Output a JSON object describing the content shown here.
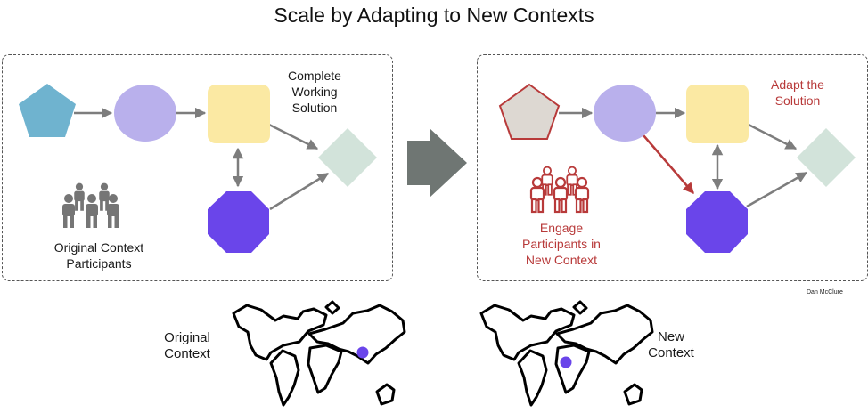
{
  "title": "Scale by Adapting to New Contexts",
  "left_panel": {
    "solution_label": [
      "Complete",
      "Working",
      "Solution"
    ],
    "participants_label": [
      "Original Context",
      "Participants"
    ]
  },
  "right_panel": {
    "adapt_label": [
      "Adapt the",
      "Solution"
    ],
    "engage_label": [
      "Engage",
      "Participants in",
      "New Context"
    ]
  },
  "credit": "Dan McClure",
  "maps": {
    "left_label": [
      "Original",
      "Context"
    ],
    "right_label": [
      "New",
      "Context"
    ]
  },
  "colors": {
    "pentagon_blue": "#6fb3cf",
    "pentagon_beige": "#ddd8d2",
    "circle_lavender": "#b9b0ec",
    "square_yellow": "#fbe9a3",
    "diamond_mint": "#d2e3da",
    "octagon_purple": "#6a45ea",
    "connector_gray": "#7d7d7d",
    "highlight_red": "#b83a3a",
    "people_gray": "#757575",
    "big_arrow": "#6f7673"
  }
}
